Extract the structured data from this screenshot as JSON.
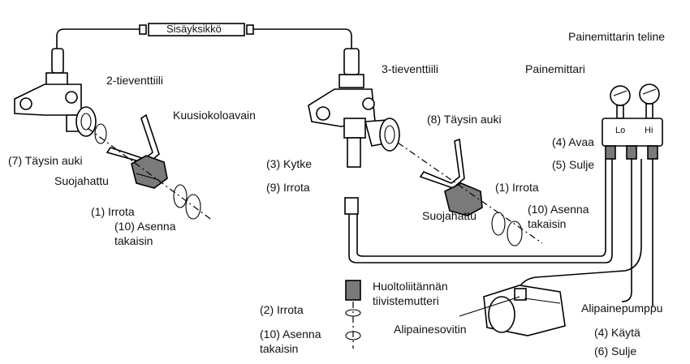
{
  "labels": {
    "service_tube": "Sisäyksikkö",
    "gauge_stand": "Painemittarin teline",
    "gauge": "Painemittari",
    "two_way_valve": "2-tieventtiili",
    "three_way_valve": "3-tieventtiili",
    "hex_key": "Kuusiokoloavain",
    "full_open_left": "(7) Täysin auki",
    "full_open_right": "(8) Täysin auki",
    "cap_left": "Suojahattu",
    "cap_right": "Suojahattu",
    "remove_left": "(1) Irrota",
    "reinstall_left_1": "(10) Asenna",
    "reinstall_left_2": "takaisin",
    "connect": "(3) Kytke",
    "disconnect": "(9) Irrota",
    "remove_right": "(1) Irrota",
    "reinstall_right_1": "(10) Asenna",
    "reinstall_right_2": "takaisin",
    "open": "(4) Avaa",
    "close": "(5) Sulje",
    "lo": "Lo",
    "hi": "Hi",
    "flare_nut_1": "Huoltoliitännän",
    "flare_nut_2": "tiivistemutteri",
    "remove_nut": "(2) Irrota",
    "reinstall_nut_1": "(10) Asenna",
    "reinstall_nut_2": "takaisin",
    "vacuum_pump": "Alipainepumppu",
    "adapter": "Alipainesovitin",
    "run": "(4) Käytä",
    "stop": "(6) Sulje"
  }
}
